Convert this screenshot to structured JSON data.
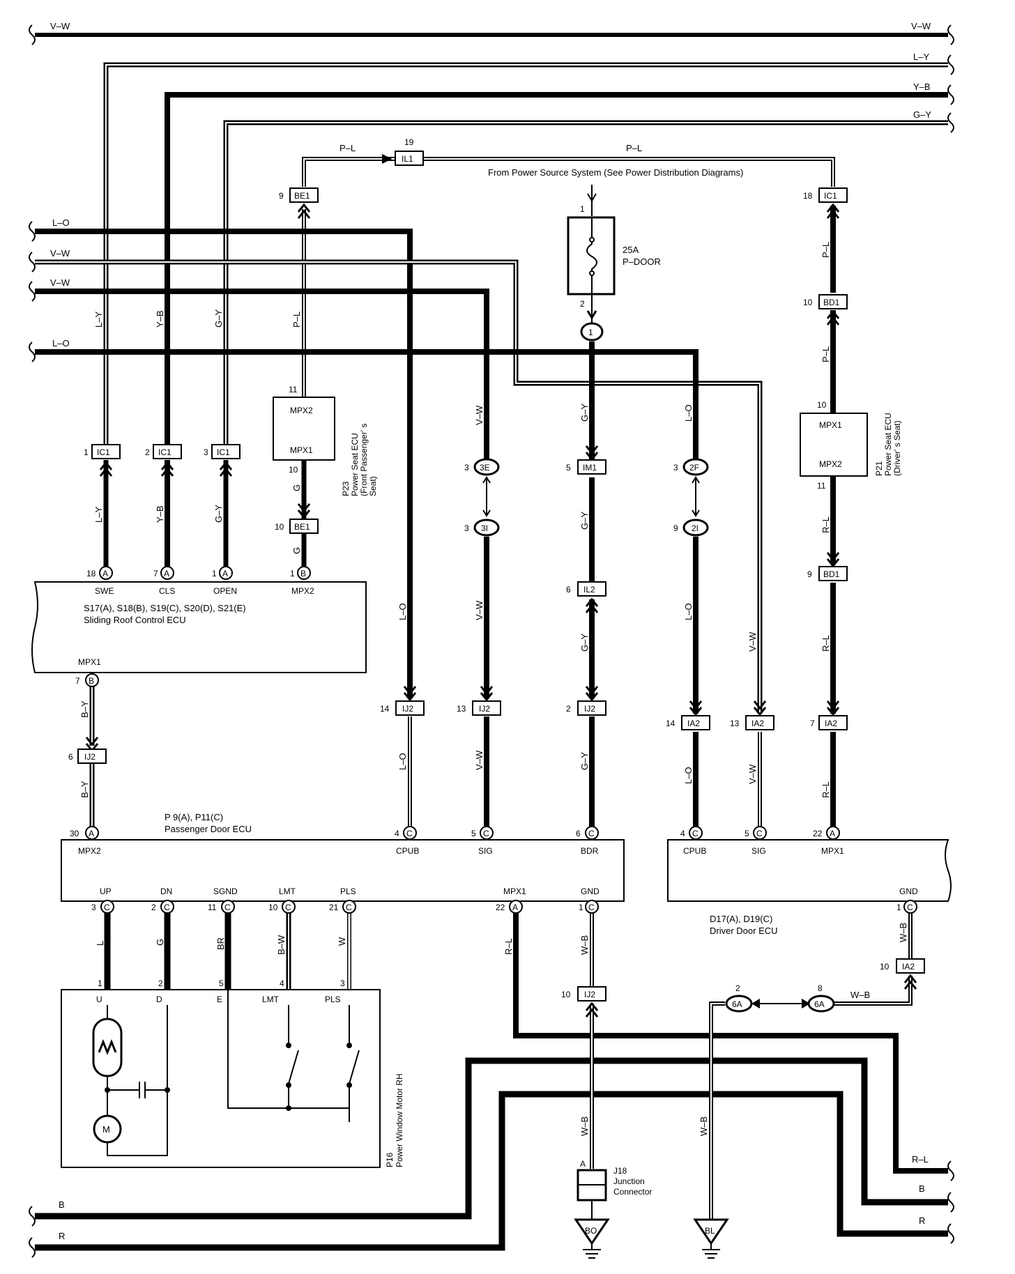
{
  "buses": {
    "top_vw_left": "V–W",
    "top_vw_right": "V–W",
    "ly": "L–Y",
    "yb": "Y–B",
    "gy": "G–Y",
    "left_lo_1": "L–O",
    "left_vw_1": "V–W",
    "left_vw_2": "V–W",
    "left_lo_2": "L–O",
    "bottom_b": "B",
    "bottom_r": "R",
    "right_rl": "R–L",
    "right_b": "B",
    "right_r": "R"
  },
  "power": {
    "source_note": "From Power Source System (See Power Distribution Diagrams)",
    "fuse_rating": "25A",
    "fuse_name": "P–DOOR",
    "fuse_pin_in": "1",
    "fuse_pin_out": "2",
    "node": "1"
  },
  "wire_labels": {
    "pl_top_left": "P–L",
    "pl_top_right": "P–L",
    "pl_be1": "P–L",
    "pl_ic1": "P–L",
    "pl_bd1": "P–L",
    "ly_up": "L–Y",
    "yb_up": "Y–B",
    "gy_up": "G–Y",
    "ly_low": "L–Y",
    "yb_low": "Y–B",
    "gy_low": "G–Y",
    "g_p23a": "G",
    "g_p23b": "G",
    "vw_3e": "V–W",
    "vw_3i": "V–W",
    "vw_ij2": "V–W",
    "lo_ij2a": "L–O",
    "lo_ij2b": "L–O",
    "gy_im1": "G–Y",
    "gy_il2a": "G–Y",
    "gy_il2b": "G–Y",
    "gy_ij2": "G–Y",
    "lo_2f": "L–O",
    "lo_2i": "L–O",
    "lo_ia2": "L–O",
    "vw_ia2a": "V–W",
    "vw_ia2b": "V–W",
    "rl_bd1a": "R–L",
    "rl_bd1b": "R–L",
    "rl_ia2": "R–L",
    "by_a": "B–Y",
    "by_b": "B–Y",
    "l_up": "L",
    "g_dn": "G",
    "br_sgnd": "BR",
    "bw_lmt": "B–W",
    "w_pls": "W",
    "rl_mpx1": "R–L",
    "wb_gnd": "W–B",
    "wb_j18": "W–B",
    "wb_ia2": "W–B",
    "wb_6a": "W–B",
    "wb_bl": "W–B"
  },
  "connectors": {
    "il1": {
      "name": "IL1",
      "pin": "19"
    },
    "be1_top": {
      "name": "BE1",
      "pin": "9"
    },
    "ic1_top": {
      "name": "IC1",
      "pin": "18"
    },
    "bd1_top": {
      "name": "BD1",
      "pin": "10"
    },
    "bd1_bot": {
      "name": "BD1",
      "pin": "9"
    },
    "ic1_1": {
      "name": "IC1",
      "pin": "1"
    },
    "ic1_2": {
      "name": "IC1",
      "pin": "2"
    },
    "ic1_3": {
      "name": "IC1",
      "pin": "3"
    },
    "be1_bot": {
      "name": "BE1",
      "pin": "10"
    },
    "c3e": {
      "name": "3E",
      "pin": "3"
    },
    "c3i": {
      "name": "3I",
      "pin": "3"
    },
    "im1": {
      "name": "IM1",
      "pin": "5"
    },
    "il2": {
      "name": "IL2",
      "pin": "6"
    },
    "c2f": {
      "name": "2F",
      "pin": "3"
    },
    "c2i": {
      "name": "2I",
      "pin": "9"
    },
    "ij2_a": {
      "name": "IJ2",
      "pin": "14"
    },
    "ij2_b": {
      "name": "IJ2",
      "pin": "13"
    },
    "ij2_c": {
      "name": "IJ2",
      "pin": "2"
    },
    "ij2_d": {
      "name": "IJ2",
      "pin": "6"
    },
    "ij2_e": {
      "name": "IJ2",
      "pin": "10"
    },
    "ia2_a": {
      "name": "IA2",
      "pin": "14"
    },
    "ia2_b": {
      "name": "IA2",
      "pin": "13"
    },
    "ia2_c": {
      "name": "IA2",
      "pin": "7"
    },
    "ia2_d": {
      "name": "IA2",
      "pin": "10"
    },
    "c6a_a": {
      "name": "6A",
      "pin": "2"
    },
    "c6a_b": {
      "name": "6A",
      "pin": "8"
    }
  },
  "seat_ecu_pass": {
    "mpx2": "MPX2",
    "mpx1": "MPX1",
    "pin_in": "11",
    "pin_out": "10",
    "code": "P23",
    "name_l1": "Power Seat ECU",
    "name_l2": "(Front Passenger' s",
    "name_l3": "Seat)"
  },
  "seat_ecu_drv": {
    "mpx1": "MPX1",
    "mpx2": "MPX2",
    "pin_in": "10",
    "pin_out": "11",
    "code": "P21",
    "name_l1": "Power Seat ECU",
    "name_l2": "(Driver' s Seat)"
  },
  "sliding_roof": {
    "codes": "S17(A), S18(B), S19(C), S20(D), S21(E)",
    "name": "Sliding Roof Control ECU",
    "terms": [
      {
        "pin": "18",
        "conn": "A",
        "label": "SWE"
      },
      {
        "pin": "7",
        "conn": "A",
        "label": "CLS"
      },
      {
        "pin": "1",
        "conn": "A",
        "label": "OPEN"
      },
      {
        "pin": "1",
        "conn": "B",
        "label": "MPX2"
      }
    ],
    "bottom_label": "MPX1",
    "bottom_pin": "7",
    "bottom_conn": "B"
  },
  "passenger_ecu": {
    "codes": "P 9(A), P11(C)",
    "name": "Passenger Door ECU",
    "top_terms": [
      {
        "pin": "30",
        "conn": "A",
        "label": "MPX2"
      },
      {
        "pin": "4",
        "conn": "C",
        "label": "CPUB"
      },
      {
        "pin": "5",
        "conn": "C",
        "label": "SIG"
      },
      {
        "pin": "6",
        "conn": "C",
        "label": "BDR"
      }
    ],
    "bottom_terms": [
      {
        "pin": "3",
        "conn": "C",
        "label": "UP"
      },
      {
        "pin": "2",
        "conn": "C",
        "label": "DN"
      },
      {
        "pin": "11",
        "conn": "C",
        "label": "SGND"
      },
      {
        "pin": "10",
        "conn": "C",
        "label": "LMT"
      },
      {
        "pin": "21",
        "conn": "C",
        "label": "PLS"
      },
      {
        "pin": "22",
        "conn": "A",
        "label": "MPX1"
      },
      {
        "pin": "1",
        "conn": "C",
        "label": "GND"
      }
    ]
  },
  "driver_ecu": {
    "codes": "D17(A), D19(C)",
    "name": "Driver Door ECU",
    "top_terms": [
      {
        "pin": "4",
        "conn": "C",
        "label": "CPUB"
      },
      {
        "pin": "5",
        "conn": "C",
        "label": "SIG"
      },
      {
        "pin": "22",
        "conn": "A",
        "label": "MPX1"
      }
    ],
    "gnd_label": "GND",
    "gnd_pin": "1",
    "gnd_conn": "C"
  },
  "motor": {
    "terms": [
      {
        "pin": "1",
        "label": "U"
      },
      {
        "pin": "2",
        "label": "D"
      },
      {
        "pin": "5",
        "label": "E"
      },
      {
        "pin": "4",
        "label": "LMT"
      },
      {
        "pin": "3",
        "label": "PLS"
      }
    ],
    "m_label": "M",
    "code": "P16",
    "name": "Power Window Motor RH"
  },
  "junction": {
    "pin": "A",
    "code": "J18",
    "name_l1": "Junction",
    "name_l2": "Connector"
  },
  "grounds": {
    "bo": "BO",
    "bl": "BL"
  }
}
